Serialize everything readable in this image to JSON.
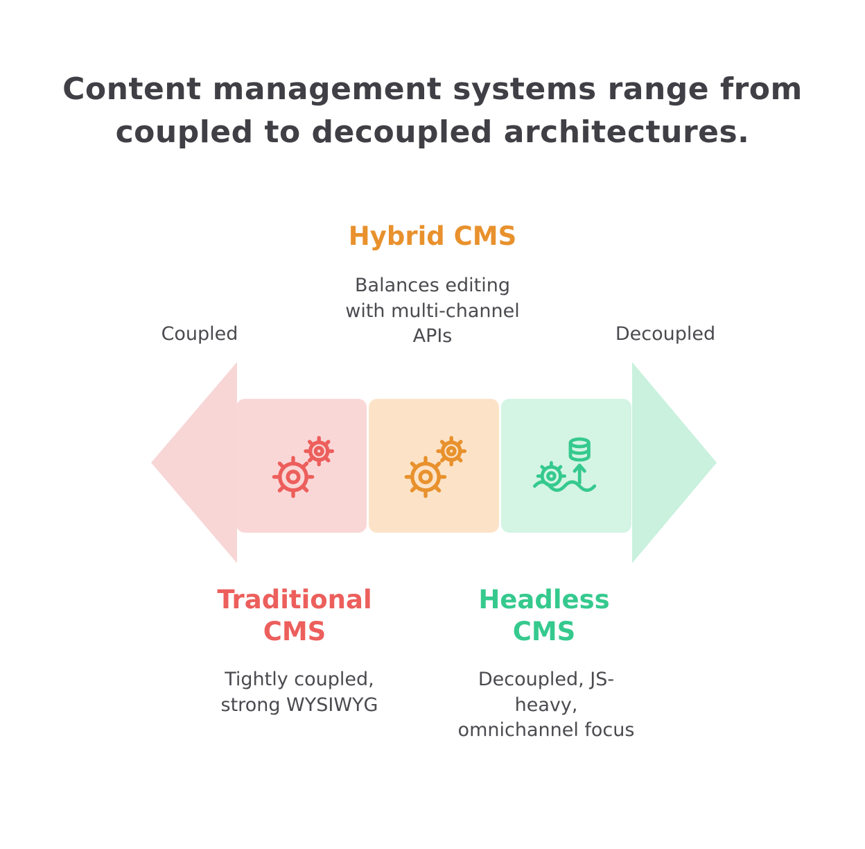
{
  "title": "Content management systems range from coupled to decoupled architectures.",
  "axis": {
    "left": "Coupled",
    "right": "Decoupled"
  },
  "hybrid": {
    "title": "Hybrid CMS",
    "description": "Balances editing with multi-channel APIs"
  },
  "traditional": {
    "title": "Traditional CMS",
    "description": "Tightly coupled, strong WYSIWYG"
  },
  "headless": {
    "title": "Headless CMS",
    "description": "Decoupled, JS-heavy, omnichannel focus"
  },
  "icons": {
    "traditional": "gears-icon",
    "hybrid": "gears-icon",
    "headless": "database-deploy-icon"
  },
  "colors": {
    "title_text": "#3F3F45",
    "body_text": "#4A4A4F",
    "orange": "#E8912D",
    "red": "#EC5F5C",
    "green": "#35C98E",
    "pink_fill": "#FAD7D7",
    "orange_fill": "#FCE3C8",
    "green_fill": "#D4F4E4",
    "pink_arrow": "#F8D6D6",
    "green_arrow": "#C9F1DE"
  }
}
